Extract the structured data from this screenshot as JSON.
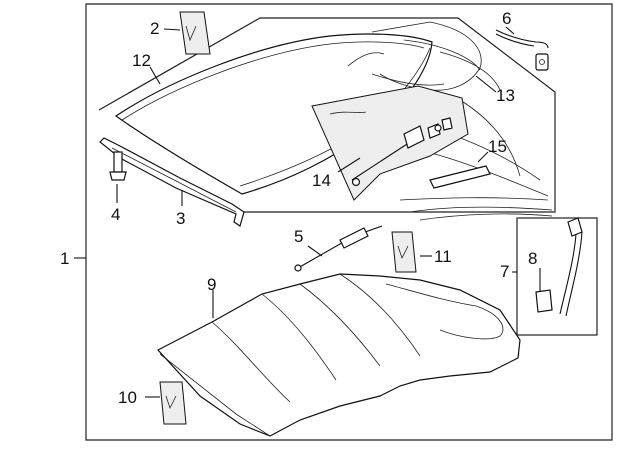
{
  "diagram": {
    "callouts": [
      {
        "id": "1",
        "text": "1"
      },
      {
        "id": "2",
        "text": "2"
      },
      {
        "id": "3",
        "text": "3"
      },
      {
        "id": "4",
        "text": "4"
      },
      {
        "id": "5",
        "text": "5"
      },
      {
        "id": "6",
        "text": "6"
      },
      {
        "id": "7",
        "text": "7"
      },
      {
        "id": "8",
        "text": "8"
      },
      {
        "id": "9",
        "text": "9"
      },
      {
        "id": "10",
        "text": "10"
      },
      {
        "id": "11",
        "text": "11"
      },
      {
        "id": "12",
        "text": "12"
      },
      {
        "id": "13",
        "text": "13"
      },
      {
        "id": "14",
        "text": "14"
      },
      {
        "id": "15",
        "text": "15"
      }
    ]
  }
}
